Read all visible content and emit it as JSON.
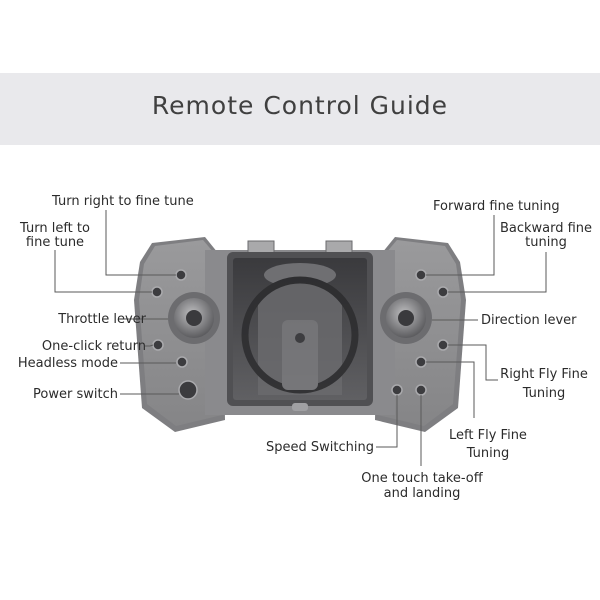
{
  "title": "Remote Control Guide",
  "labels": {
    "turn_right": "Turn right to fine tune",
    "turn_left_1": "Turn left to",
    "turn_left_2": "fine tune",
    "throttle": "Throttle lever",
    "one_click_return": "One-click return",
    "headless": "Headless mode",
    "power": "Power switch",
    "forward": "Forward fine tuning",
    "backward_1": "Backward fine",
    "backward_2": "tuning",
    "direction": "Direction lever",
    "right_fly_1": "Right Fly Fine",
    "right_fly_2": "Tuning",
    "left_fly_1": "Left Fly Fine",
    "left_fly_2": "Tuning",
    "speed": "Speed Switching",
    "takeoff_1": "One touch take-off",
    "takeoff_2": "and landing"
  },
  "colors": {
    "banner": "#e9e9ec",
    "body": "#8e8e90",
    "body_dark": "#6f6f72",
    "leader": "#5a5a5a",
    "text": "#2b2b2b"
  }
}
